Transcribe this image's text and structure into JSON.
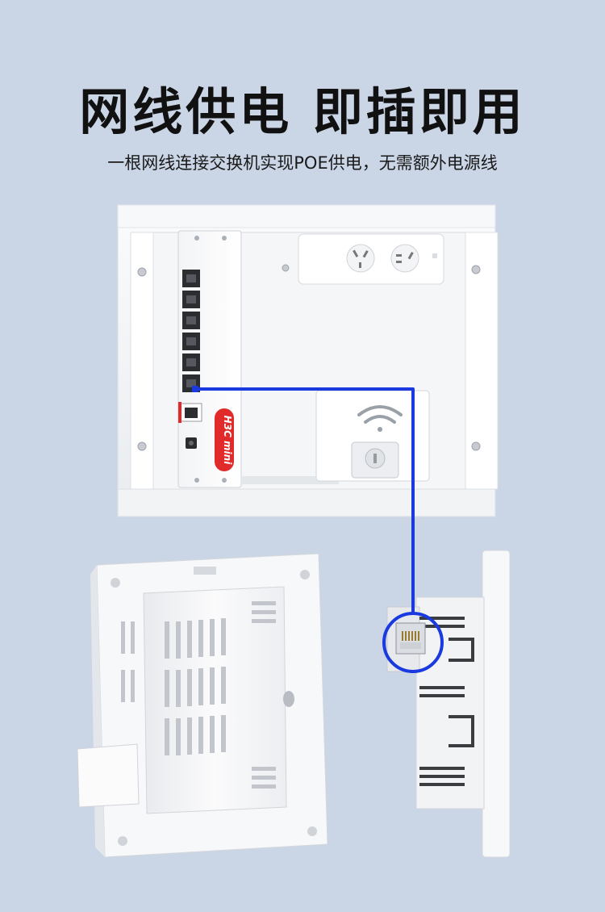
{
  "headline": "网线供电 即插即用",
  "subheadline": "一根网线连接交换机实现POE供电，无需额外电源线",
  "switch": {
    "brand": "H3C mini",
    "port_count": 6
  },
  "colors": {
    "background": "#cad5e6",
    "cable": "#1a3ae0",
    "brand_red": "#e12a2a"
  },
  "icons": [
    "wifi-icon",
    "power-socket-icon",
    "rj45-port-icon"
  ]
}
